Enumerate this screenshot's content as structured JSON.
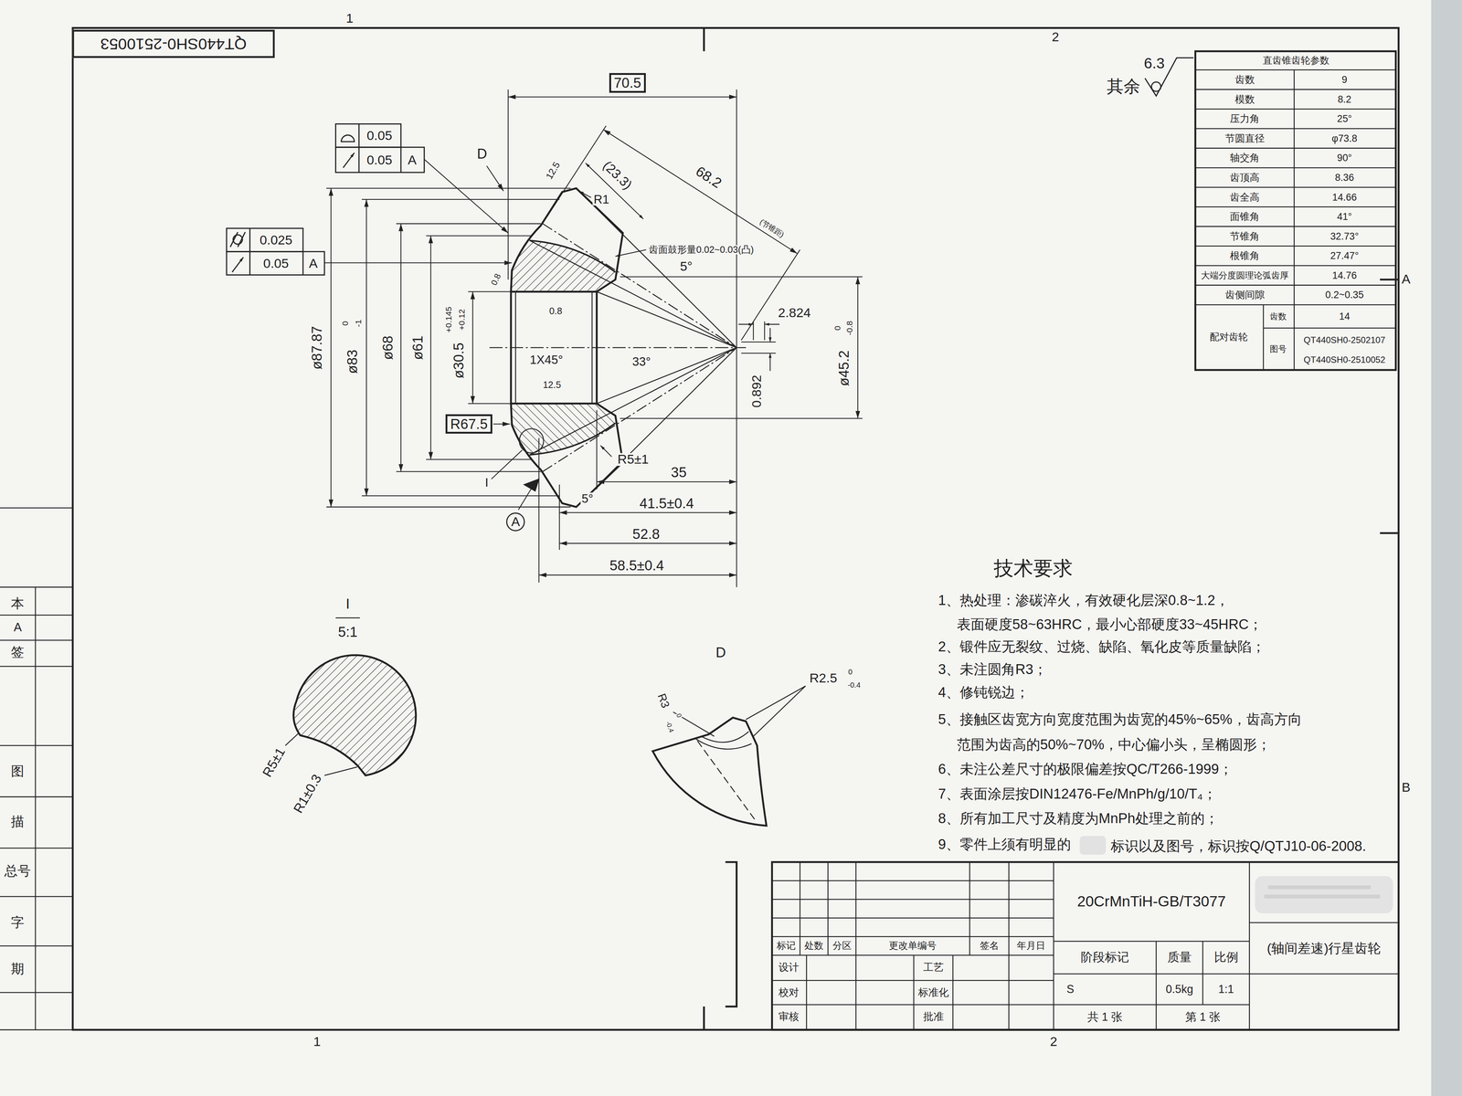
{
  "diagram": {
    "nodes": [
      {
        "text": [
          "QT440SH0-2510053"
        ]
      },
      {
        "text": [
          "70.5"
        ]
      },
      {
        "text": [
          "R67.5"
        ]
      },
      {
        "text": [
          "A"
        ]
      }
    ],
    "labels": [
      "1",
      "2",
      "1",
      "2",
      "A",
      "B",
      "本",
      "A",
      "签",
      "图",
      "描",
      "总号",
      "字",
      "期",
      "其余",
      "6.3",
      "直齿锥齿轮参数",
      "齿数",
      "9",
      "模数",
      "8.2",
      "压力角",
      "25°",
      "节圆直径",
      "φ73.8",
      "轴交角",
      "90°",
      "齿顶高",
      "8.36",
      "齿全高",
      "14.66",
      "面锥角",
      "41°",
      "节锥角",
      "32.73°",
      "根锥角",
      "27.47°",
      "大端分度圆理论弧齿厚",
      "14.76",
      "齿侧间隙",
      "0.2~0.35",
      "配对齿轮",
      "齿数",
      "14",
      "图号",
      "QT440SH0-2502107",
      "QT440SH0-2510052",
      "68.2",
      "(节锥距)",
      "(23.3)",
      "R1",
      "12.5",
      "齿面鼓形量0.02~0.03(凸)",
      "D",
      "5°",
      "0.8",
      "0.8",
      "ø87.87",
      "ø83",
      "0",
      "-1",
      "ø68",
      "ø61",
      "ø30.5",
      "+0.145",
      "+0.12",
      "1X45°",
      "12.5",
      "33°",
      "2.824",
      "0.892",
      "ø45.2",
      "0",
      "-0.8",
      "R5±1",
      "I",
      "5°",
      "35",
      "41.5±0.4",
      "52.8",
      "58.5±0.4",
      "0.05",
      "0.05",
      "A",
      "0.025",
      "0.05",
      "A",
      "I",
      "5:1",
      "R5±1",
      "R1±0.3",
      "D",
      "R2.5",
      "0",
      "-0.4",
      "R3",
      "0",
      "-0.4",
      "技术要求",
      "1、热处理：渗碳淬火，有效硬化层深0.8~1.2，",
      "表面硬度58~63HRC，最小心部硬度33~45HRC；",
      "2、锻件应无裂纹、过烧、缺陷、氧化皮等质量缺陷；",
      "3、未注圆角R3；",
      "4、修钝锐边；",
      "5、接触区齿宽方向宽度范围为齿宽的45%~65%，齿高方向",
      "范围为齿高的50%~70%，中心偏小头，呈椭圆形；",
      "6、未注公差尺寸的极限偏差按QC/T266-1999；",
      "7、表面涂层按DIN12476-Fe/MnPh/g/10/T₄；",
      "8、所有加工尺寸及精度为MnPh处理之前的；",
      "9、零件上须有明显的",
      "标识以及图号，标识按Q/QTJ10-06-2008.",
      "20CrMnTiH-GB/T3077",
      "(轴间差速)行星齿轮",
      "标记",
      "处数",
      "分区",
      "更改单编号",
      "签名",
      "年月日",
      "设计",
      "校对",
      "审核",
      "工艺",
      "标准化",
      "批准",
      "阶段标记",
      "质量",
      "比例",
      "S",
      "0.5kg",
      "1:1",
      "共 1 张",
      "第 1 张"
    ]
  }
}
